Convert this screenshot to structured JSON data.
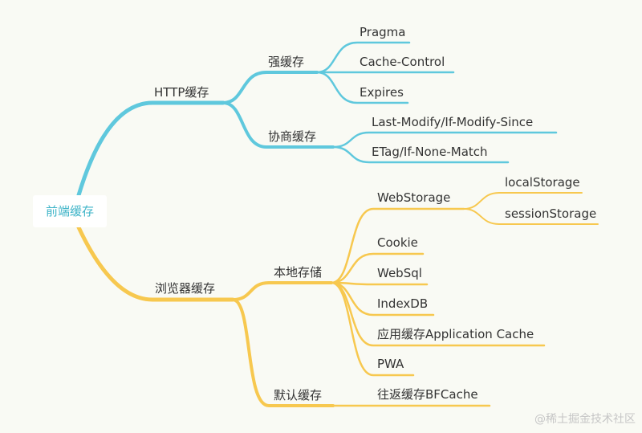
{
  "colors": {
    "http_branch": "#5fc8dd",
    "browser_branch": "#f7c84f",
    "root_text": "#3fb4c8",
    "text": "#333333",
    "background": "#f9faf4"
  },
  "root": {
    "label": "前端缓存"
  },
  "http": {
    "label": "HTTP缓存",
    "strong": {
      "label": "强缓存",
      "items": [
        "Pragma",
        "Cache-Control",
        "Expires"
      ]
    },
    "negotiated": {
      "label": "协商缓存",
      "items": [
        "Last-Modify/If-Modify-Since",
        "ETag/If-None-Match"
      ]
    }
  },
  "browser": {
    "label": "浏览器缓存",
    "local": {
      "label": "本地存储",
      "webstorage": {
        "label": "WebStorage",
        "items": [
          "localStorage",
          "sessionStorage"
        ]
      },
      "items": [
        "Cookie",
        "WebSql",
        "IndexDB",
        "应用缓存Application Cache",
        "PWA"
      ]
    },
    "default": {
      "label": "默认缓存",
      "items": [
        "往返缓存BFCache"
      ]
    }
  },
  "watermark": "@稀土掘金技术社区"
}
